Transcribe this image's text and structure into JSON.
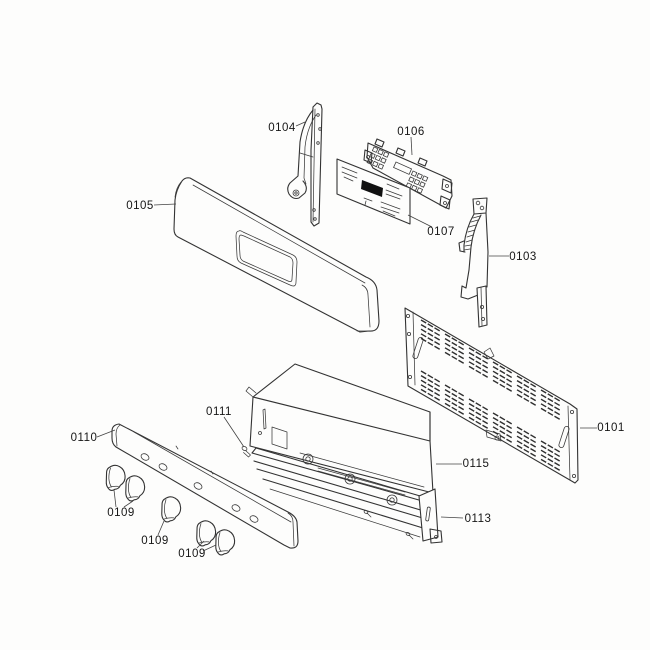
{
  "figure": {
    "type": "exploded-parts-diagram",
    "subject": "range-control-panel-assembly"
  },
  "colors": {
    "background": "#fdfdfc",
    "line": "#333333",
    "label_text": "#161616",
    "display_window_fill": "#111111"
  },
  "labels": [
    {
      "id": "0101",
      "text": "0101",
      "part": "vented-rear-panel"
    },
    {
      "id": "0103",
      "text": "0103",
      "part": "right-support-bracket"
    },
    {
      "id": "0104",
      "text": "0104",
      "part": "left-support-bracket"
    },
    {
      "id": "0105",
      "text": "0105",
      "part": "control-panel-fascia"
    },
    {
      "id": "0106",
      "text": "0106",
      "part": "electronic-control-board"
    },
    {
      "id": "0107",
      "text": "0107",
      "part": "control-overlay-faceplate"
    },
    {
      "id": "0109a",
      "text": "0109",
      "part": "control-knobs-pair-left"
    },
    {
      "id": "0109b",
      "text": "0109",
      "part": "control-knob-center"
    },
    {
      "id": "0109c",
      "text": "0109",
      "part": "control-knobs-pair-right"
    },
    {
      "id": "0110",
      "text": "0110",
      "part": "manifold-trim-strip"
    },
    {
      "id": "0111",
      "text": "0111",
      "part": "screw"
    },
    {
      "id": "0113",
      "text": "0113",
      "part": "lower-mounting-rail"
    },
    {
      "id": "0115",
      "text": "0115",
      "part": "panel-support-bracket"
    }
  ]
}
